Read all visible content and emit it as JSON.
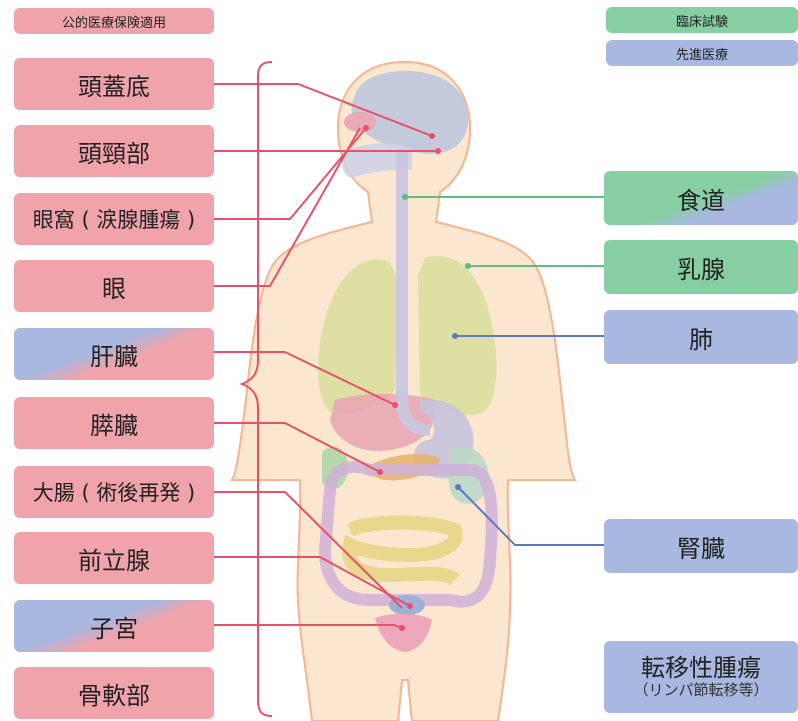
{
  "legend": {
    "insurance": "公的医療保険適用",
    "trial": "臨床試験",
    "advanced": "先進医療"
  },
  "labels_left": [
    {
      "key": "skull_base",
      "text": "頭蓋底"
    },
    {
      "key": "head_neck",
      "text": "頭頸部"
    },
    {
      "key": "orbit",
      "text": "眼窩 ( 涙腺腫瘍 )"
    },
    {
      "key": "eye",
      "text": "眼"
    },
    {
      "key": "liver",
      "text": "肝臓"
    },
    {
      "key": "pancreas",
      "text": "膵臓"
    },
    {
      "key": "colon",
      "text": "大腸 ( 術後再発 )"
    },
    {
      "key": "prostate",
      "text": "前立腺"
    },
    {
      "key": "uterus",
      "text": "子宮"
    },
    {
      "key": "bone",
      "text": "骨軟部"
    }
  ],
  "labels_right": [
    {
      "key": "esophagus",
      "text": "食道"
    },
    {
      "key": "breast",
      "text": "乳腺"
    },
    {
      "key": "lung",
      "text": "肺"
    },
    {
      "key": "kidney",
      "text": "腎臓"
    },
    {
      "key": "metastasis",
      "text": "転移性腫瘍",
      "sub": "（リンパ節転移等）"
    }
  ],
  "colors": {
    "insurance": "#f0a3ab",
    "trial": "#86cfa2",
    "advanced": "#a9b8e0",
    "insurance_line": "#e8506a",
    "trial_line": "#5cbf7f",
    "advanced_line": "#5b78c4"
  }
}
